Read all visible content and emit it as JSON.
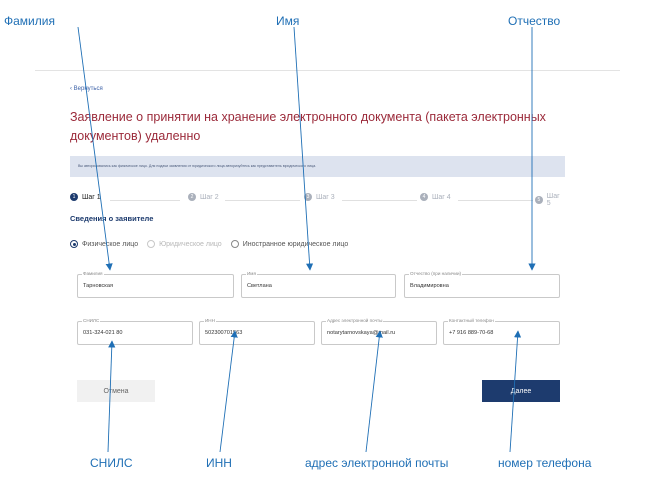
{
  "annotations": {
    "top": [
      "Фамилия",
      "Имя",
      "Отчество"
    ],
    "bottom": [
      "СНИЛС",
      "ИНН",
      "адрес электронной почты",
      "номер телефона"
    ]
  },
  "page": {
    "back_label": "Вернуться",
    "title": "Заявление о принятии на хранение электронного документа (пакета электронных документов) удаленно",
    "notice": "Вы авторизовались как физическое лицо. Для подачи заявления от юридического лица авторизуйтесь как представитель юридического лица.",
    "steps": [
      {
        "num": "1",
        "label": "Шаг 1"
      },
      {
        "num": "2",
        "label": "Шаг 2"
      },
      {
        "num": "3",
        "label": "Шаг 3"
      },
      {
        "num": "4",
        "label": "Шаг 4"
      },
      {
        "num": "5",
        "label": "Шаг 5"
      }
    ],
    "section_title": "Сведения о заявителе",
    "radios": [
      "Физическое лицо",
      "Юридическое лицо",
      "Иностранное юридическое лицо"
    ],
    "fields": {
      "lastname": {
        "label": "Фамилия",
        "value": "Тарновская"
      },
      "firstname": {
        "label": "Имя",
        "value": "Светлана"
      },
      "patronymic": {
        "label": "Отчество (при наличии)",
        "value": "Владимировна"
      },
      "snils": {
        "label": "СНИЛС",
        "value": "031-324-021 80"
      },
      "inn": {
        "label": "ИНН",
        "value": "502300701563"
      },
      "email": {
        "label": "Адрес электронной почты",
        "value": "notarytarnovskaya@mail.ru"
      },
      "phone": {
        "label": "Контактный телефон",
        "value": "+7 916 889-70-68"
      }
    },
    "cancel_label": "Отмена",
    "next_label": "Далее"
  },
  "colors": {
    "title": "#9b2a3a",
    "primary": "#1d3b6e",
    "annotation": "#1f6fb5"
  }
}
